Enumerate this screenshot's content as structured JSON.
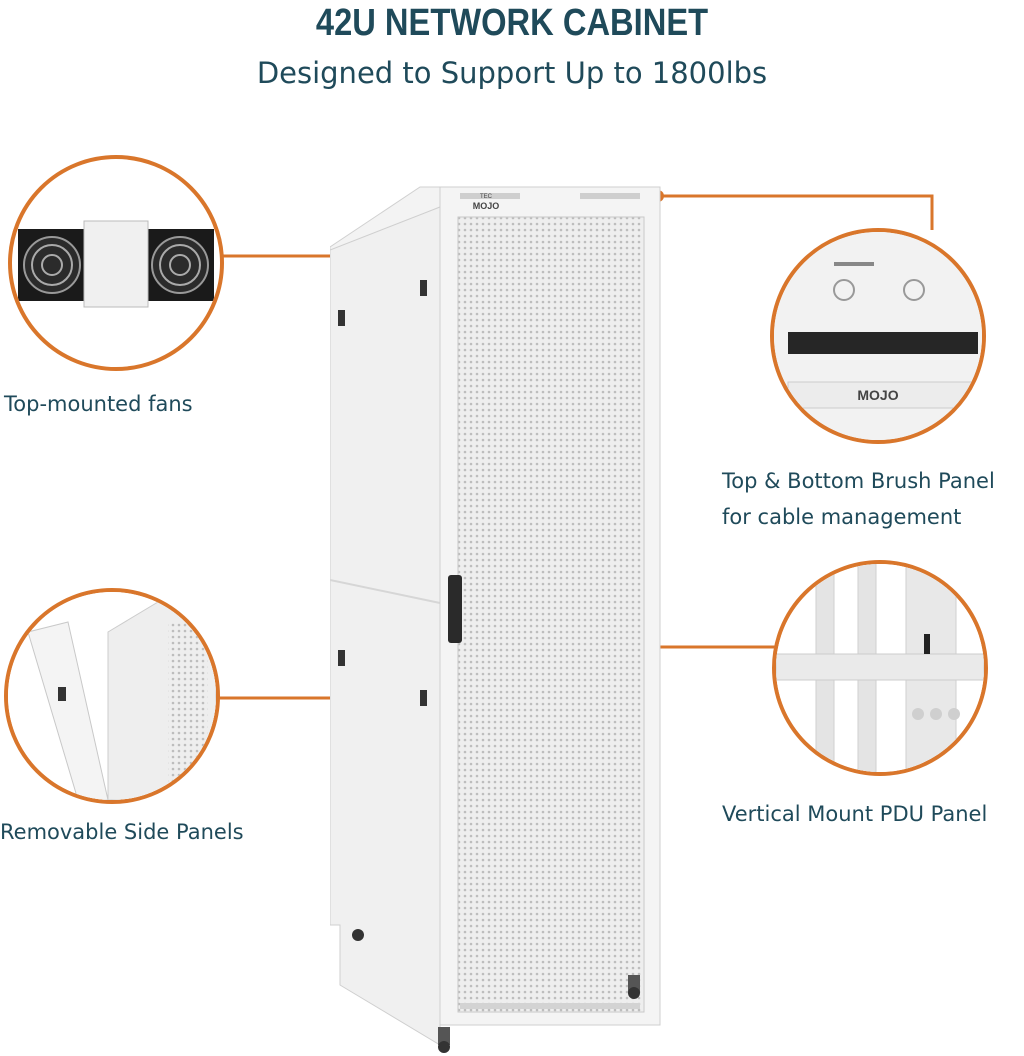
{
  "header": {
    "title": "42U NETWORK CABINET",
    "subtitle": "Designed to Support Up to 1800lbs"
  },
  "callouts": {
    "fans": {
      "label": "Top-mounted fans"
    },
    "brush": {
      "label_line1": "Top & Bottom Brush Panel",
      "label_line2": "for cable management"
    },
    "side": {
      "label": "Removable Side Panels"
    },
    "pdu": {
      "label": "Vertical Mount PDU Panel"
    }
  },
  "brand": {
    "logo_small": "TEC",
    "logo_main": "MOJO"
  },
  "colors": {
    "accent": "#d9762b",
    "text": "#1f4a5a",
    "cabinet": "#efefef"
  }
}
